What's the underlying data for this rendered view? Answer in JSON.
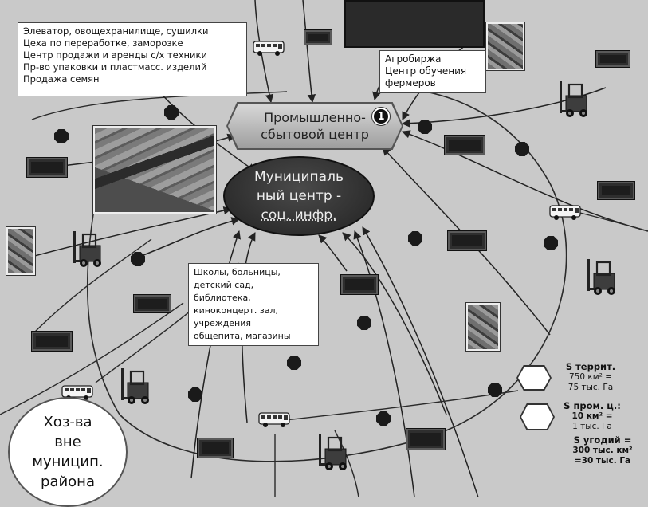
{
  "top_left_box": {
    "lines": [
      "Элеватор, овощехранилище, сушилки",
      "Цеха по переработке, заморозке",
      "Центр продажи и аренды с/х техники",
      "Пр-во упаковки и пластмасс. изделий",
      "Продажа семян"
    ]
  },
  "top_right_box": {
    "lines": [
      "Агробиржа",
      "Центр обучения",
      "фермеров"
    ]
  },
  "industrial_center": {
    "lines": [
      "Промышленно-",
      "сбытовой центр"
    ],
    "badge": "1"
  },
  "municipal_center": {
    "lines": [
      "Муниципаль",
      "ный центр -",
      "соц. инфр."
    ]
  },
  "social_box": {
    "lines": [
      "Школы, больницы,",
      "детский сад,",
      "библиотека,",
      "киноконцерт. зал,",
      "учреждения",
      "общепита, магазины"
    ]
  },
  "outside_district": {
    "lines": [
      "Хоз-ва",
      "вне",
      "муницип.",
      "района"
    ]
  },
  "stats": {
    "territory_label": "S террит.",
    "territory_value_1": "750 км² =",
    "territory_value_2": "75 тыс. Га",
    "industrial_label": "S пром. ц.:",
    "industrial_value_1": "10 км² =",
    "industrial_value_2": "1 тыс. Га",
    "land_label": "S угодий =",
    "land_value_1": "300 тыс. км²",
    "land_value_2": "=30 тыс. Га"
  },
  "icons": {
    "bus": "bus-icon",
    "forklift": "forklift-icon",
    "money": "banknote-icon",
    "coin": "octagon-coin-icon",
    "photo": "field-photo-icon"
  },
  "colors": {
    "background": "#c9c9c9",
    "dark": "#1d1d1d",
    "line": "#2a2a2a"
  }
}
